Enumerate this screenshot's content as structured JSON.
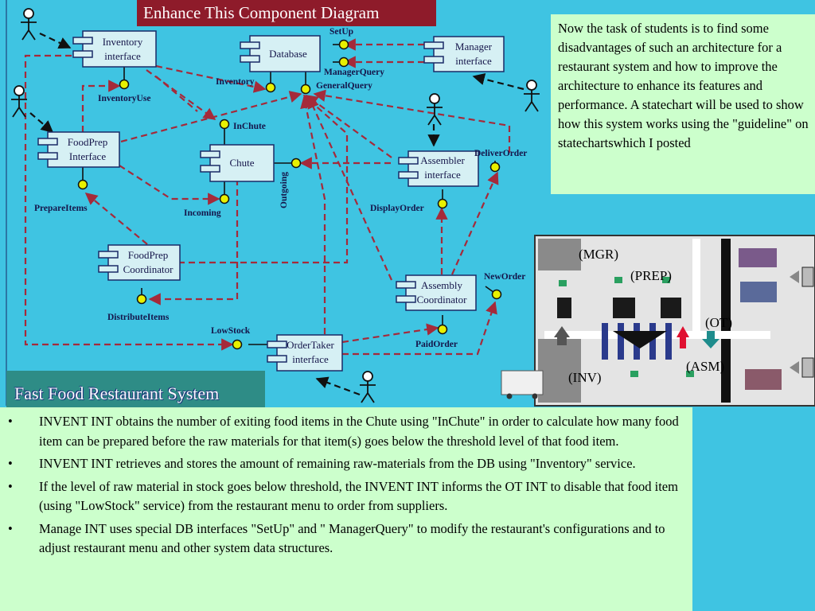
{
  "title": "Enhance This Component Diagram",
  "footer_title": "Fast Food Restaurant System",
  "notes": "Now the task of students is to find some disadvantages of such an architecture for a restaurant system and how to improve the architecture to enhance its features and performance. A statechart will be used to show how this system works using the \"guideline\" on statechartswhich I posted",
  "components": {
    "inventory": [
      "Inventory",
      "interface"
    ],
    "database": [
      "Database"
    ],
    "manager": [
      "Manager",
      "interface"
    ],
    "foodprep": [
      "FoodPrep",
      "Interface"
    ],
    "chute": [
      "Chute"
    ],
    "assembler": [
      "Assembler",
      "interface"
    ],
    "coordinator": [
      "FoodPrep",
      "Coordinator"
    ],
    "assembly": [
      "Assembly",
      "Coordinator"
    ],
    "ordertaker": [
      "OrderTaker",
      "interface"
    ]
  },
  "interfaces": {
    "setup": "SetUp",
    "managerquery": "ManagerQuery",
    "inventory": "Inventory",
    "generalquery": "GeneralQuery",
    "inventoryuse": "InventoryUse",
    "inchute": "InChute",
    "outgoing": "Outgoing",
    "incoming": "Incoming",
    "prepareitems": "PrepareItems",
    "deliverorder": "DeliverOrder",
    "displayorder": "DisplayOrder",
    "neworder": "NewOrder",
    "distributeitems": "DistributeItems",
    "lowstock": "LowStock",
    "paidorder": "PaidOrder"
  },
  "plan_labels": {
    "mgr": "(MGR)",
    "prep": "(PREP)",
    "ot": "(OT)",
    "asm": "(ASM)",
    "inv": "(INV)"
  },
  "bullets": [
    "INVENT INT obtains the number of exiting food items in the Chute using \"InChute\" in order to calculate   how many food item can be prepared before the raw materials for that item(s) goes below the   threshold level of that food item.",
    "INVENT INT retrieves and stores the amount of remaining raw-materials from the DB using \"Inventory\" service.",
    "If the level of raw material in stock goes below threshold, the INVENT INT informs the OT INT to disable that   food item (using \"LowStock\" service) from the restaurant menu to order from suppliers.",
    "Manage INT uses special DB interfaces \"SetUp\" and \" ManagerQuery\" to modify the    restaurant's configurations and to adjust restaurant menu and other system data structures."
  ],
  "bullet_symbol": "•",
  "colors": {
    "background": "#3fc4e2",
    "banner": "#8e1b2a",
    "note_fill": "#ccffcc",
    "dependency_arrow": "#a52a3a",
    "interface_ball": "#e8f000",
    "component_fill": "#d6f0f4",
    "footer": "#2e8c86"
  }
}
